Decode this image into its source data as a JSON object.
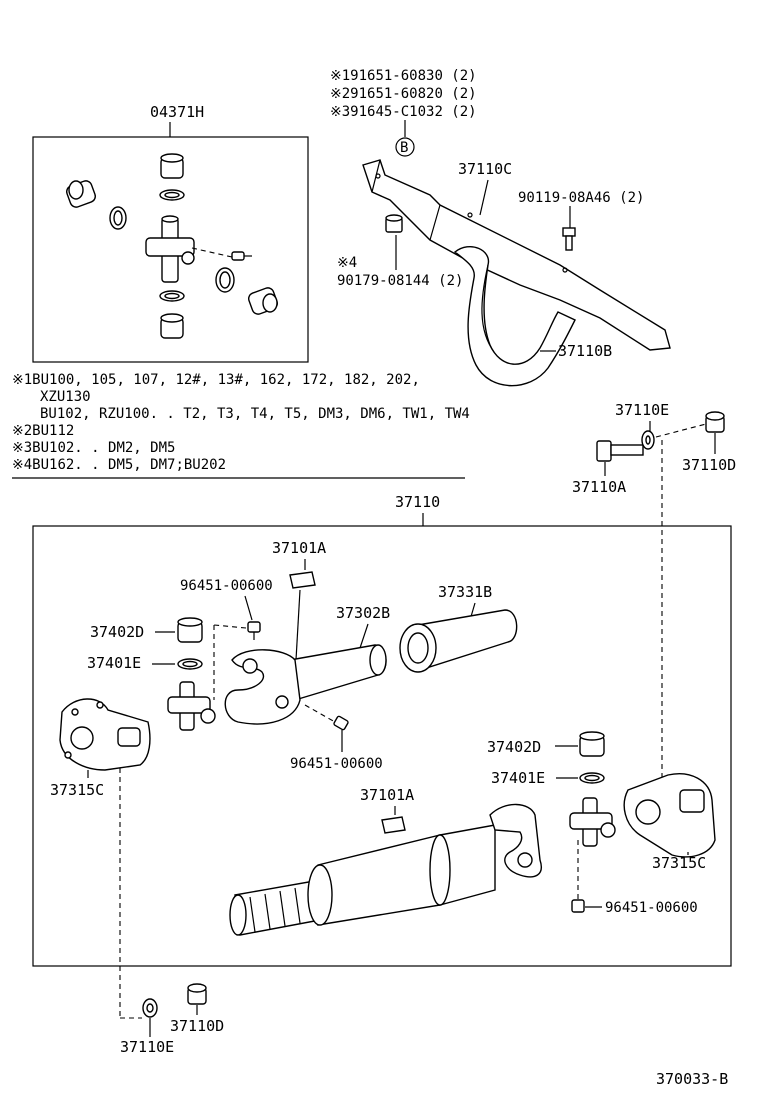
{
  "labels": {
    "kit_04371H": "04371H",
    "note_b1": "※191651-60830 (2)",
    "note_b2": "※291651-60820 (2)",
    "note_b3": "※391645-C1032 (2)",
    "circle_b": "B",
    "p37110C": "37110C",
    "p90119": "90119-08A46 (2)",
    "star4": "※4",
    "p90179": "90179-08144 (2)",
    "p37110B": "37110B",
    "models1a": "※1BU100, 105, 107, 12#, 13#, 162, 172, 182, 202,",
    "models1b": "XZU130",
    "models1c": "BU102, RZU100. . T2, T3, T4, T5, DM3, DM6, TW1, TW4",
    "models2": "※2BU112",
    "models3": "※3BU102. . DM2, DM5",
    "models4": "※4BU162. . DM5, DM7;BU202",
    "p37110E_top": "37110E",
    "p37110A": "37110A",
    "p37110D_top": "37110D",
    "p37110_main": "37110",
    "p37101A_top": "37101A",
    "p96451_a": "96451-00600",
    "p37331B": "37331B",
    "p37302B": "37302B",
    "p37402D_l": "37402D",
    "p37401E_l": "37401E",
    "p96451_b": "96451-00600",
    "p37315C_l": "37315C",
    "p37402D_r": "37402D",
    "p37401E_r": "37401E",
    "p37101A_mid": "37101A",
    "p37315C_r": "37315C",
    "p96451_c": "96451-00600",
    "p37110D_bot": "37110D",
    "p37110E_bot": "37110E",
    "diagram_code": "370033-B"
  },
  "colors": {
    "ink": "#000000",
    "paper": "#ffffff"
  }
}
